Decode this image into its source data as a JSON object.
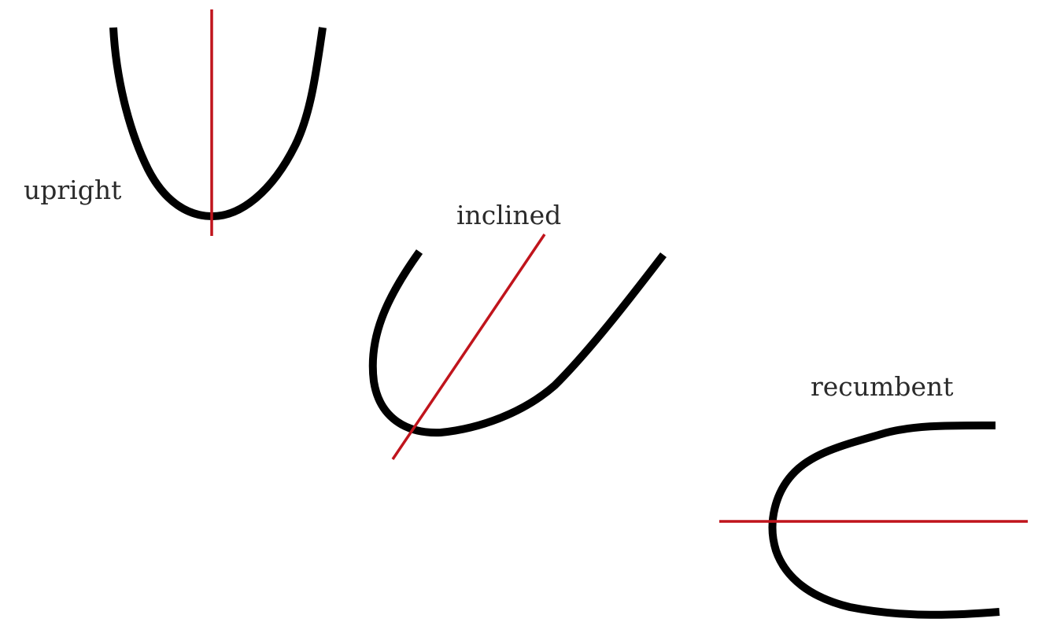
{
  "diagram": {
    "colors": {
      "curve": "#000000",
      "axis": "#c0141c",
      "text": "#2b2b2b"
    },
    "folds": [
      {
        "id": "upright",
        "label": "upright"
      },
      {
        "id": "inclined",
        "label": "inclined"
      },
      {
        "id": "recumbent",
        "label": "recumbent"
      }
    ]
  }
}
